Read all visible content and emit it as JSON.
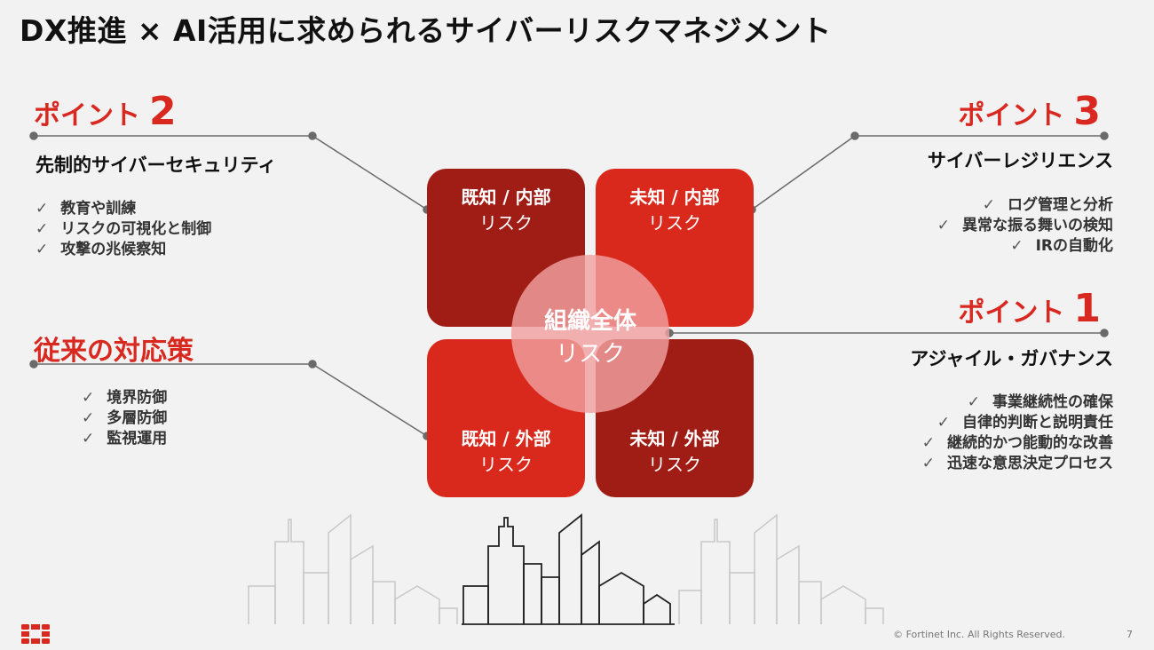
{
  "title": "DX推進 × AI活用に求められるサイバーリスクマネジメント",
  "point2": {
    "label": "ポイント",
    "number": "2",
    "subtitle": "先制的サイバーセキュリティ",
    "items": [
      "教育や訓練",
      "リスクの可視化と制御",
      "攻撃の兆候察知"
    ]
  },
  "point3": {
    "label": "ポイント",
    "number": "3",
    "subtitle": "サイバーレジリエンス",
    "items": [
      "ログ管理と分析",
      "異常な振る舞いの検知",
      "IRの自動化"
    ]
  },
  "point1": {
    "label": "ポイント",
    "number": "1",
    "subtitle": "アジャイル・ガバナンス",
    "items": [
      "事業継続性の確保",
      "自律的判断と説明責任",
      "継続的かつ能動的な改善",
      "迅速な意思決定プロセス"
    ]
  },
  "conventional": {
    "title": "従来の対応策",
    "items": [
      "境界防御",
      "多層防御",
      "監視運用"
    ]
  },
  "quadrants": {
    "known_internal": {
      "line1": "既知 / 内部",
      "line2": "リスク"
    },
    "unknown_internal": {
      "line1": "未知 / 内部",
      "line2": "リスク"
    },
    "known_external": {
      "line1": "既知 / 外部",
      "line2": "リスク"
    },
    "unknown_external": {
      "line1": "未知 / 外部",
      "line2": "リスク"
    }
  },
  "center": {
    "line1": "組織全体",
    "line2": "リスク"
  },
  "check_mark": "✓",
  "footer": "© Fortinet Inc. All Rights Reserved.",
  "page_number": "7",
  "colors": {
    "accent": "#d8281f",
    "dark_red": "#a01d16",
    "bright_red": "#d9291c",
    "line": "#666666"
  },
  "logo": "fortinet-logo"
}
